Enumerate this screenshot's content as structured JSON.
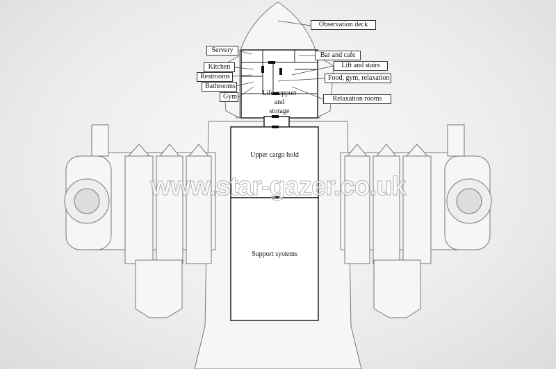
{
  "labels": {
    "observation_deck": "Observation deck",
    "servery": "Servery",
    "kitchen": "Kitchen",
    "restrooms": "Restrooms",
    "bathrooms": "Bathrooms",
    "gym": "Gym",
    "bar_and_cafe": "Bar and cafe",
    "lift_and_stairs": "Lift and stairs",
    "food_gym_relaxation": "Food, gym, relaxation",
    "relaxation_rooms": "Relaxation rooms"
  },
  "rooms": {
    "life_support_1": "Life support",
    "life_support_2": "and",
    "life_support_3": "storage",
    "upper_cargo_hold": "Upper cargo hold",
    "support_systems": "Support systems"
  },
  "watermark": "www.star-gazer.co.uk"
}
